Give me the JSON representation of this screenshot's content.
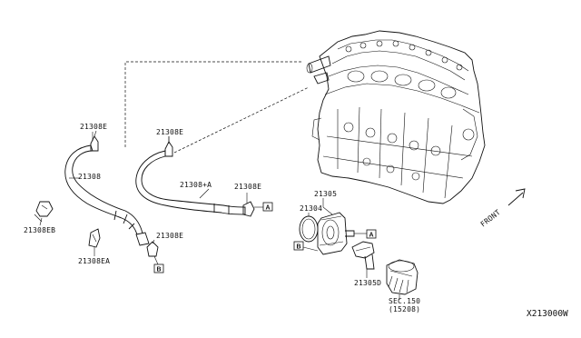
{
  "labels": {
    "clamp_top_left": "21308E",
    "hose_left": "21308",
    "clamp_left": "21308EB",
    "bracket_bottom": "21308EA",
    "clamp_top_mid": "21308E",
    "hose_mid": "21308+A",
    "clamp_mid_right": "21308E",
    "clamp_bottom_mid": "21308E",
    "oil_cooler_assy": "21305",
    "oring": "21304",
    "connector": "21305D",
    "sec_line1": "SEC.150",
    "sec_line2": "(15208)",
    "front": "FRONT",
    "diagram_ref": "X213000W"
  },
  "connectors": {
    "A1": "A",
    "A2": "A",
    "B1": "B",
    "B2": "B"
  }
}
